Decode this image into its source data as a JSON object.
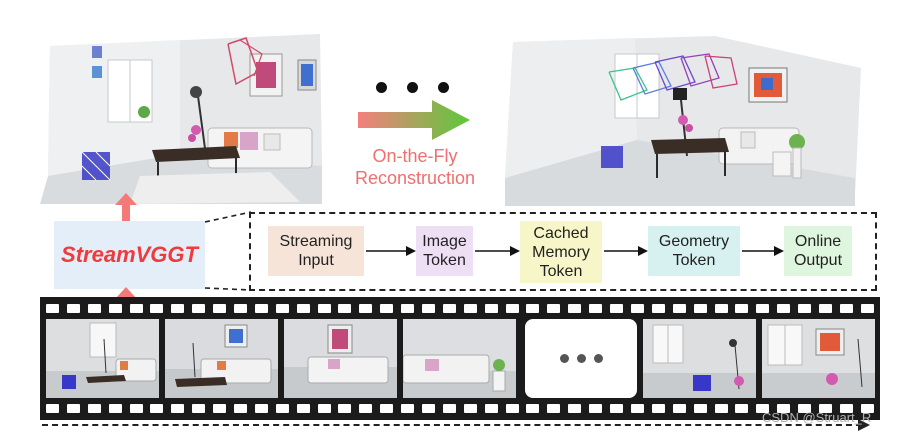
{
  "scenes": {
    "left": {
      "icon": "point-cloud-scene-icon"
    },
    "right": {
      "icon": "point-cloud-scene-icon"
    }
  },
  "transition": {
    "label": "On-the-Fly\nReconstruction",
    "arrow_colors": [
      "#f47f7f",
      "#5bc93a"
    ]
  },
  "model": {
    "name": "StreamVGGT",
    "name_color": "#ef3b3b",
    "box_color": "#e4eef8"
  },
  "pipeline": {
    "steps": [
      {
        "label": "Streaming\nInput",
        "color": "#f7e4d8"
      },
      {
        "label": "Image\nToken",
        "color": "#efdff5"
      },
      {
        "label": "Cached\nMemory\nToken",
        "color": "#f7f6c9"
      },
      {
        "label": "Geometry\nToken",
        "color": "#d7f1f1"
      },
      {
        "label": "Online\nOutput",
        "color": "#def6de"
      }
    ]
  },
  "film_strip": {
    "frames": [
      {
        "icon": "living-room-frame-icon"
      },
      {
        "icon": "living-room-frame-icon"
      },
      {
        "icon": "living-room-frame-icon"
      },
      {
        "icon": "living-room-frame-icon"
      },
      {
        "icon": "ellipsis-frame-icon"
      },
      {
        "icon": "living-room-frame-icon"
      },
      {
        "icon": "living-room-frame-icon"
      }
    ]
  },
  "watermark": "CSDN @Struart_R"
}
